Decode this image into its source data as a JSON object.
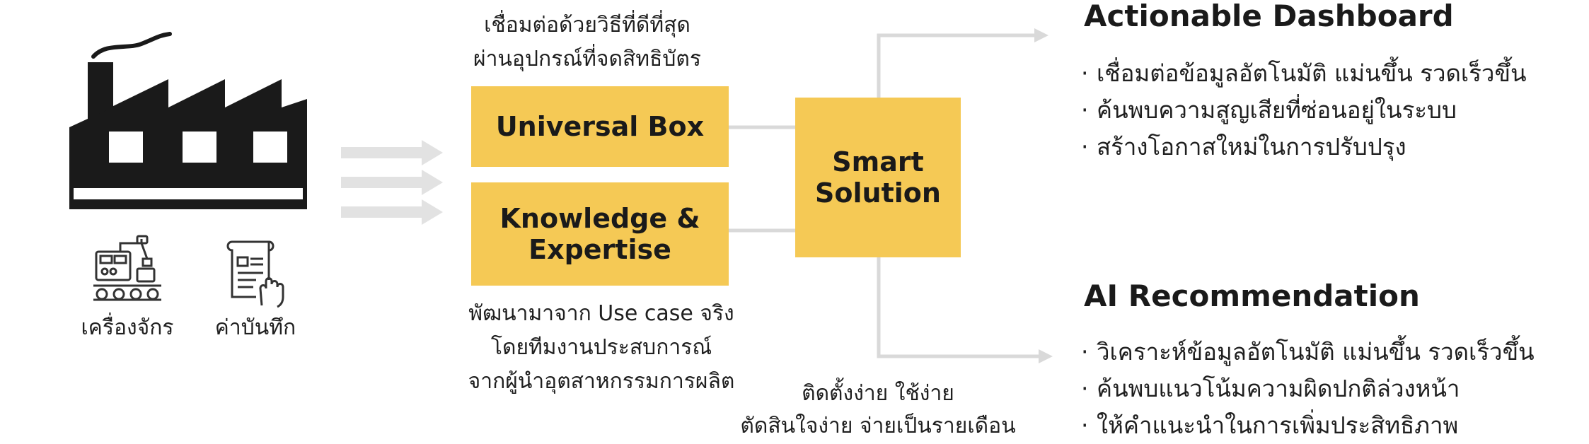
{
  "inputs": {
    "machine_label": "เครื่องจักร",
    "record_label": "ค่าบันทึก"
  },
  "top_caption": [
    "เชื่อมต่อด้วยวิธีที่ดีที่สุด",
    "ผ่านอุปกรณ์ที่จดสิทธิบัตร"
  ],
  "universal_box_label": "Universal Box",
  "knowledge_box_label": [
    "Knowledge &",
    "Expertise"
  ],
  "bottom_caption": [
    "พัฒนามาจาก Use case จริง",
    "โดยทีมงานประสบการณ์",
    "จากผู้นำอุตสาหกรรมการผลิต"
  ],
  "smart_solution_label": [
    "Smart",
    "Solution"
  ],
  "smart_caption": [
    "ติดตั้งง่าย ใช้ง่าย",
    "ตัดสินใจง่าย จ่ายเป็นรายเดือน"
  ],
  "dashboard": {
    "title": "Actionable Dashboard",
    "bullets": [
      "เชื่อมต่อข้อมูลอัตโนมัติ แม่นขึ้น รวดเร็วขึ้น",
      "ค้นพบความสูญเสียที่ซ่อนอยู่ในระบบ",
      "สร้างโอกาสใหม่ในการปรับปรุง"
    ]
  },
  "ai": {
    "title": "AI Recommendation",
    "bullets": [
      "วิเคราะห์ข้อมูลอัตโนมัติ แม่นขึ้น รวดเร็วขึ้น",
      "ค้นพบแนวโน้มความผิดปกติล่วงหน้า",
      "ให้คำแนะนำในการเพิ่มประสิทธิภาพ"
    ]
  },
  "bullet_glyph": "·",
  "colors": {
    "box_fill": "#f5c955",
    "connector": "#d9d9d9",
    "icon": "#1a1a1a"
  }
}
